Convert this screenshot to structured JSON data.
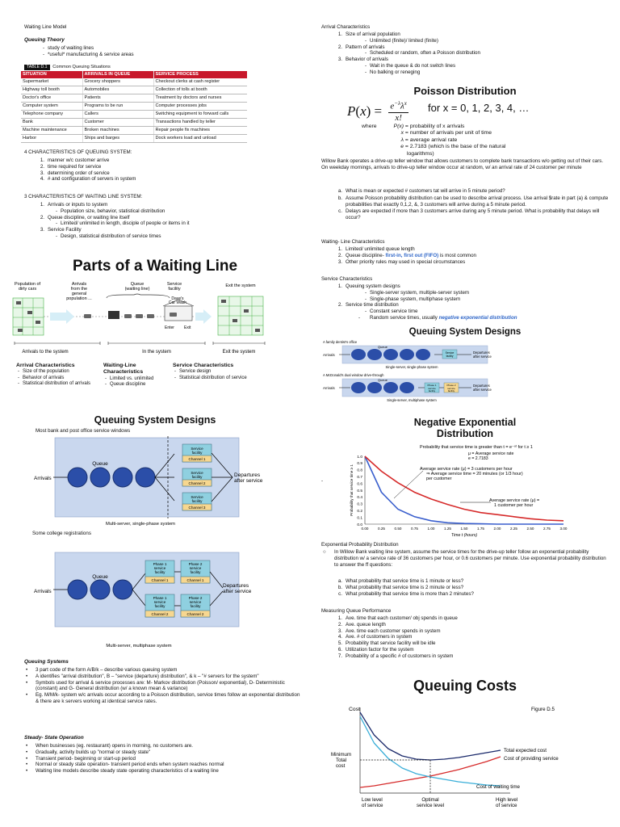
{
  "doc_title": "Waiting Line Model",
  "queuing_theory": {
    "heading": "Queuing Theory",
    "items": [
      "study of waiting lines",
      "*useful* manufacturing & service areas"
    ]
  },
  "table": {
    "tag": "TABLE D.1",
    "caption": "Common Queuing Situations",
    "headers": [
      "SITUATION",
      "ARRIVALS IN QUEUE",
      "SERVICE PROCESS"
    ],
    "rows": [
      [
        "Supermarket",
        "Grocery shoppers",
        "Checkout clerks at cash register"
      ],
      [
        "Highway toll booth",
        "Automobiles",
        "Collection of tolls at booth"
      ],
      [
        "Doctor's office",
        "Patients",
        "Treatment by doctors and nurses"
      ],
      [
        "Computer system",
        "Programs to be run",
        "Computer processes jobs"
      ],
      [
        "Telephone company",
        "Callers",
        "Switching equipment to forward calls"
      ],
      [
        "Bank",
        "Customer",
        "Transactions handled by teller"
      ],
      [
        "Machine maintenance",
        "Broken machines",
        "Repair people fix machines"
      ],
      [
        "Harbor",
        "Ships and barges",
        "Dock workers load and unload"
      ]
    ]
  },
  "four_char": {
    "heading": "4 CHARACTERISTICS OF QUEUING SYSTEM:",
    "items": [
      "manner w/c customer arrive",
      "time required for service",
      "determining order of service",
      "# and configuration of servers in system"
    ]
  },
  "three_char": {
    "heading": "3 CHARACTERISTICS OF WAITING LINE SYSTEM:",
    "items": [
      {
        "label": "Arrivals or inputs to system",
        "sub": "Population size, behavior, statistical distribution"
      },
      {
        "label": "Queue discipline, or waiting line itself",
        "sub": "Limited/ unlimited in length, disciple of people or items in it"
      },
      {
        "label": "Service Facility",
        "sub": "Design, statistical distribution of service times"
      }
    ]
  },
  "parts_slide": {
    "title": "Parts of a Waiting Line",
    "top_labels": [
      "Population of dirty cars",
      "Arrivals from the general population ...",
      "Queue (waiting line)",
      "Service facility",
      "Exit the system"
    ],
    "wash_label": "Dave's Car Wash",
    "enter": "Enter",
    "exit": "Exit",
    "bottom_labels": [
      "Arrivals to the system",
      "In the system",
      "Exit the system"
    ],
    "col1_title": "Arrival Characteristics",
    "col1_items": [
      "Size of the population",
      "Behavior of arrivals",
      "Statistical distribution of arrivals"
    ],
    "col2_title": "Waiting-Line Characteristics",
    "col2_items": [
      "Limited vs. unlimited",
      "Queue discipline"
    ],
    "col3_title": "Service Characteristics",
    "col3_items": [
      "Service design",
      "Statistical distribution of service"
    ]
  },
  "qsd_slide": {
    "title": "Queuing System Designs",
    "subtitle": "Most bank and post office service windows",
    "arrivals": "Arrivals",
    "queue": "Queue",
    "facilities": [
      "Service facility Channel 1",
      "Service facility Channel 2",
      "Service facility Channel 3"
    ],
    "departures": "Departures after service",
    "caption1": "Multi-server, single-phase system",
    "college": "Some college registrations",
    "phase1": [
      "Phase 1 service facility",
      "Phase 1 service facility"
    ],
    "phase2": [
      "Phase 2 service facility",
      "Phase 2 service facility"
    ],
    "channels": [
      "Channel 1",
      "Channel 2"
    ],
    "caption2": "Multi-server, multiphase system"
  },
  "queuing_systems": {
    "heading": "Queuing Systems",
    "items": [
      "3 part code of the form A/B/k – describe various queuing system",
      "A identifies \"arrival distribution\", B – \"service (departure) distribution\", & k – \"# servers for the system\"",
      "Symbols used for arrival & service processes are: M- Markov distribution (Poisson/ exponential), D- Deterministic (constant) and G- General distribution (w/ a known mean & variance)",
      "Eg. M/M/k- system w/c arrivals occur according to a Poisson distribution, service times follow an exponential distribution & there are k servers working at identical service rates."
    ]
  },
  "steady_state": {
    "heading": "Steady- State Operation",
    "items": [
      "When businesses (eg. restaurant) opens in morning, no customers are.",
      "Gradually, activity builds up \"normal or steady state\"",
      "Transient period- beginning or start-up period",
      "Normal or steady state operation- transient period ends when system reaches normal",
      "Waiting line models describe steady state operating characteristics of a waiting line"
    ]
  },
  "arrival_char": {
    "heading": "Arrival Characteristics",
    "items": [
      {
        "label": "Size of arrival population",
        "subs": [
          "Unlimited (finite)/ limited (finite)"
        ]
      },
      {
        "label": "Pattern of arrivals",
        "subs": [
          "Scheduled or random, often a Poisson distribution"
        ]
      },
      {
        "label": "Behavior of arrivals",
        "subs": [
          "Wait in the queue & do not switch lines",
          "No balking or reneging"
        ]
      }
    ]
  },
  "poisson": {
    "title": "Poisson Distribution",
    "formula_rhs": "for x = 0, 1, 2, 3, 4, …",
    "where": "where",
    "defs": [
      [
        "P(x)",
        "probability of x arrivals"
      ],
      [
        "x",
        "number of arrivals per unit of time"
      ],
      [
        "λ",
        "average arrival rate"
      ],
      [
        "e",
        "2.7183 (which is the base of the natural logarithms)"
      ]
    ]
  },
  "willow": {
    "para": "Willow Bank operates a drive-up teller window that allows customers to complete bank transactions w/o getting out of their cars. On weekday mornings, arrivals to drive-up teller window occur at random, w/ an arrival rate of 24 customer per minute",
    "items": [
      [
        "a.",
        "What is mean or expected # customers tat will arrive in 5 minute period?"
      ],
      [
        "b.",
        "Assume Poisson probability distribution can be used to describe arrival process. Use arrival $rate in part (a) & compute probabilities that exactly 0,1,2, &, 3 customers will arrive during a 5 minute period."
      ],
      [
        "c.",
        "Delays are expected if more than 3 customers arrive during any 5 minute period. What is probability that delays will occur?"
      ]
    ]
  },
  "wl_char": {
    "heading": "Waiting- Line Characteristics",
    "items": [
      "Limited/ unlimited queue length",
      "Queue discipline-",
      "Other priority rules may used in special circumstances"
    ],
    "fifo": "first-in, first out (FIFO)",
    "fifo_tail": " is most common"
  },
  "service_char": {
    "heading": "Service Characteristics",
    "items": [
      {
        "label": "Queuing system designs",
        "subs": [
          "Single-server system, multiple-server system",
          "Single-phase system, multiphase system"
        ]
      },
      {
        "label": "Service time distribution",
        "subs": [
          "Constant service time",
          "Random service times, usually "
        ]
      }
    ],
    "ned": "negative exponential distribution"
  },
  "qsd_small": {
    "title": "Queuing System Designs",
    "label1": "A family dentist's office",
    "label2": "A McDonald's dual window drive-through",
    "arrivals": "Arrivals",
    "queue": "Queue",
    "service": "Service facility",
    "phase1": "Phase 1 service facility",
    "phase2": "Phase 2 service facility",
    "departures": "Departures after service",
    "cap1": "Single-server, single-phase system",
    "cap2": "Single-server, multiphase system"
  },
  "negexp": {
    "title": "Negative Exponential Distribution",
    "curve_title": "Probability that service time is greater than t = e⁻ᵘᵗ for t ≥ 1",
    "mu_def": "μ = Average service rate",
    "e_def": "e = 2.7183",
    "ann1": [
      "Average service rate (μ) = 3 customers per hour",
      "⇒ Average service time = 20 minutes (or 1/3 hour)",
      "per customer"
    ],
    "ann2": [
      "Average service rate (μ) =",
      "1 customer per hour"
    ],
    "ylabel": "Probability that service time ≥ 1",
    "xlabel": "Time t (hours)",
    "dash": "-"
  },
  "chart_data": [
    {
      "type": "line",
      "title": "Negative Exponential Distribution",
      "xlabel": "Time t (hours)",
      "ylabel": "Probability that service time ≥ 1",
      "x_ticks": [
        "0.00",
        "0.25",
        "0.50",
        "0.75",
        "1.00",
        "1.25",
        "1.50",
        "1.75",
        "2.00",
        "2.25",
        "2.50",
        "2.75",
        "3.00"
      ],
      "y_ticks": [
        "0.0",
        "0.1",
        "0.2",
        "0.3",
        "0.4",
        "0.5",
        "0.6",
        "0.7",
        "0.8",
        "0.9",
        "1.0"
      ],
      "xlim": [
        0,
        3
      ],
      "ylim": [
        0,
        1
      ],
      "series": [
        {
          "name": "Average service rate (μ) = 3 customers per hour",
          "color": "#3a5fcd",
          "x": [
            0,
            0.25,
            0.5,
            0.75,
            1.0,
            1.25,
            1.5,
            1.75,
            2.0,
            2.25,
            2.5,
            2.75,
            3.0
          ],
          "y": [
            1.0,
            0.47,
            0.22,
            0.11,
            0.05,
            0.02,
            0.01,
            0.005,
            0.0,
            0.0,
            0.0,
            0.0,
            0.0
          ]
        },
        {
          "name": "Average service rate (μ) = 1 customer per hour",
          "color": "#d62a2a",
          "x": [
            0,
            0.25,
            0.5,
            0.75,
            1.0,
            1.25,
            1.5,
            1.75,
            2.0,
            2.25,
            2.5,
            2.75,
            3.0
          ],
          "y": [
            1.0,
            0.78,
            0.61,
            0.47,
            0.37,
            0.29,
            0.22,
            0.17,
            0.14,
            0.11,
            0.08,
            0.06,
            0.05
          ]
        }
      ]
    },
    {
      "type": "line",
      "title": "Queuing Costs",
      "ylabel": "Cost",
      "figure_label": "Figure D.5",
      "x_labels": [
        "Low level of service",
        "Optimal service level",
        "High level of service"
      ],
      "min_total_cost": "Minimum Total cost",
      "x": [
        0,
        0.1,
        0.2,
        0.3,
        0.4,
        0.5,
        0.6,
        0.7,
        0.8,
        0.9,
        1.0
      ],
      "series": [
        {
          "name": "Total expected cost",
          "color": "#1b2a6b",
          "y": [
            1.0,
            0.72,
            0.55,
            0.46,
            0.42,
            0.41,
            0.42,
            0.44,
            0.47,
            0.5,
            0.53
          ]
        },
        {
          "name": "Cost of providing service",
          "color": "#d62a2a",
          "y": [
            0.07,
            0.09,
            0.12,
            0.15,
            0.18,
            0.21,
            0.25,
            0.29,
            0.34,
            0.39,
            0.45
          ]
        },
        {
          "name": "Cost of waiting time",
          "color": "#3aaed8",
          "y": [
            0.95,
            0.62,
            0.43,
            0.31,
            0.24,
            0.2,
            0.17,
            0.14,
            0.12,
            0.1,
            0.09
          ]
        }
      ]
    }
  ],
  "exp_prob": {
    "heading": "Exponential Probability Distribution",
    "para": "In Willow Bank waiting line system, assume the service times for the drive-up teller follow an exponential probability distribution w/ a service rate of 36 customers per hour, or 0.6 customers per minute. Use exponential probability distribution to answer the ff questions:",
    "items": [
      [
        "a.",
        "What probability that service time is 1 minute or less?"
      ],
      [
        "b.",
        "What probability that service time is 2 minute or less?"
      ],
      [
        "c.",
        "What probability that service time is more than 2 minutes?"
      ]
    ]
  },
  "measuring": {
    "heading": "Measuring Queue Performance",
    "items": [
      "Ave. time that each customer/ obj spends in queue",
      "Ave. queue length",
      "Ave. time each customer spends in system",
      "Ave. # of customers in system",
      "Probability that service facility will be idle",
      "Utilization factor for the system",
      "Probability of a specific # of customers in system"
    ]
  },
  "qcosts": {
    "title": "Queuing Costs",
    "cost": "Cost",
    "figure": "Figure D.5",
    "total": "Total expected cost",
    "providing": "Cost of providing service",
    "waiting": "Cost of waiting time",
    "min_total": [
      "Minimum",
      "Total",
      "cost"
    ],
    "low": [
      "Low level",
      "of service"
    ],
    "opt": [
      "Optimal",
      "service level"
    ],
    "high": [
      "High level",
      "of service"
    ]
  }
}
